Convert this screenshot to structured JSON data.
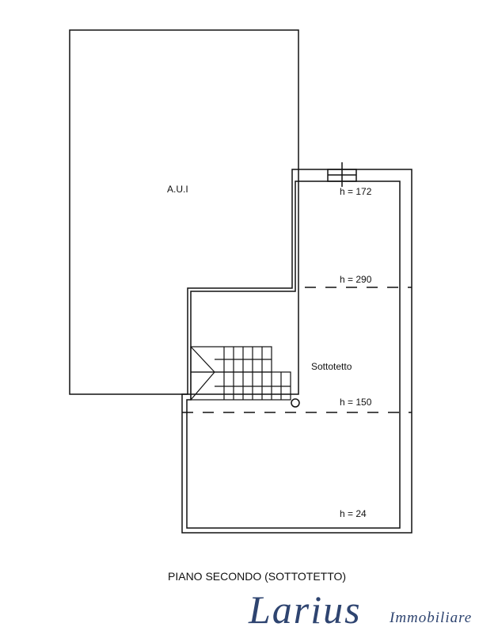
{
  "plan": {
    "title": "PIANO SECONDO (SOTTOTETTO)",
    "rooms": {
      "aui": "A.U.I",
      "sottotetto": "Sottotetto"
    },
    "heights": [
      "h = 172",
      "h = 290",
      "h = 150",
      "h = 24"
    ]
  },
  "logo": {
    "brand": "Larius",
    "tagline": "Immobiliare",
    "color": "#2e4470"
  }
}
